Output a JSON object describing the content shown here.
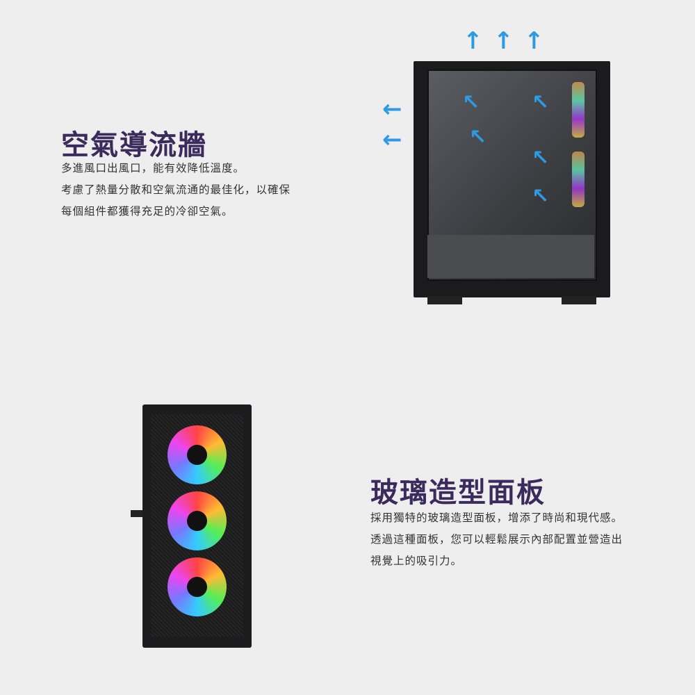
{
  "section1": {
    "title": "空氣導流牆",
    "lines": [
      "多進風口出風口，能有效降低溫度。",
      "考慮了熱量分散和空氣流通的最佳化，以確保",
      "每個組件都獲得充足的冷卻空氣。"
    ]
  },
  "section2": {
    "title": "玻璃造型面板",
    "lines": [
      "採用獨特的玻璃造型面板，增添了時尚和現代感。",
      "透過這種面板，您可以輕鬆展示內部配置並營造出",
      "視覺上的吸引力。"
    ]
  },
  "colors": {
    "title": "#3b2a5c",
    "arrow": "#2f9ae4",
    "background": "#eeeeee"
  }
}
